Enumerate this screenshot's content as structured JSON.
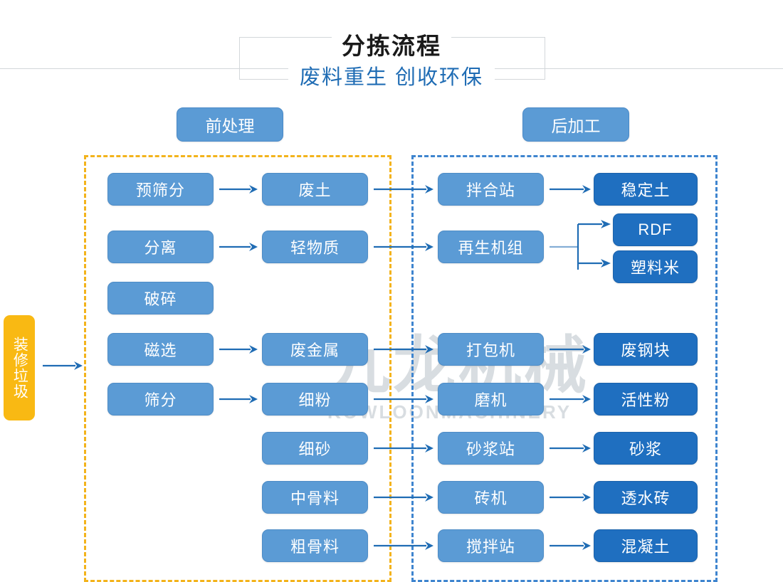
{
  "title": {
    "main": "分拣流程",
    "sub": "废料重生 创收环保"
  },
  "watermark": {
    "cn": "九龙机械",
    "en": "KOWLOONMACHINERY"
  },
  "sections": {
    "pre_label": "前处理",
    "post_label": "后加工"
  },
  "input": {
    "label": "装修垃圾"
  },
  "colors": {
    "node_light": "#5B9BD5",
    "node_dark": "#1F6FC0",
    "input_yellow": "#F9B913",
    "frame_pre": "#F3B31C",
    "frame_post": "#3F85CF",
    "arrow": "#1F6CB4",
    "title_sub": "#1F6CB4",
    "title_main": "#1A1A1A"
  },
  "nodes": {
    "col1": [
      {
        "id": "pre-screen",
        "label": "预筛分"
      },
      {
        "id": "separate",
        "label": "分离"
      },
      {
        "id": "crush",
        "label": "破碎"
      },
      {
        "id": "magnetic",
        "label": "磁选"
      },
      {
        "id": "sieve",
        "label": "筛分"
      }
    ],
    "col2": [
      {
        "id": "waste-soil",
        "label": "废土"
      },
      {
        "id": "light-material",
        "label": "轻物质"
      },
      {
        "id": "waste-metal",
        "label": "废金属"
      },
      {
        "id": "fine-powder",
        "label": "细粉"
      },
      {
        "id": "fine-sand",
        "label": "细砂"
      },
      {
        "id": "mid-aggregate",
        "label": "中骨料"
      },
      {
        "id": "coarse-aggregate",
        "label": "粗骨料"
      }
    ],
    "col3": [
      {
        "id": "mixing-station",
        "label": "拌合站"
      },
      {
        "id": "recycle-unit",
        "label": "再生机组"
      },
      {
        "id": "baler",
        "label": "打包机"
      },
      {
        "id": "mill",
        "label": "磨机"
      },
      {
        "id": "mortar-station",
        "label": "砂浆站"
      },
      {
        "id": "brick-machine",
        "label": "砖机"
      },
      {
        "id": "concrete-station",
        "label": "搅拌站"
      }
    ],
    "col4": [
      {
        "id": "stabilized-soil",
        "label": "稳定土"
      },
      {
        "id": "rdf",
        "label": "RDF"
      },
      {
        "id": "plastic-pellet",
        "label": "塑料米"
      },
      {
        "id": "scrap-steel",
        "label": "废钢块"
      },
      {
        "id": "active-powder",
        "label": "活性粉"
      },
      {
        "id": "mortar",
        "label": "砂浆"
      },
      {
        "id": "permeable-brick",
        "label": "透水砖"
      },
      {
        "id": "concrete",
        "label": "混凝土"
      }
    ]
  }
}
